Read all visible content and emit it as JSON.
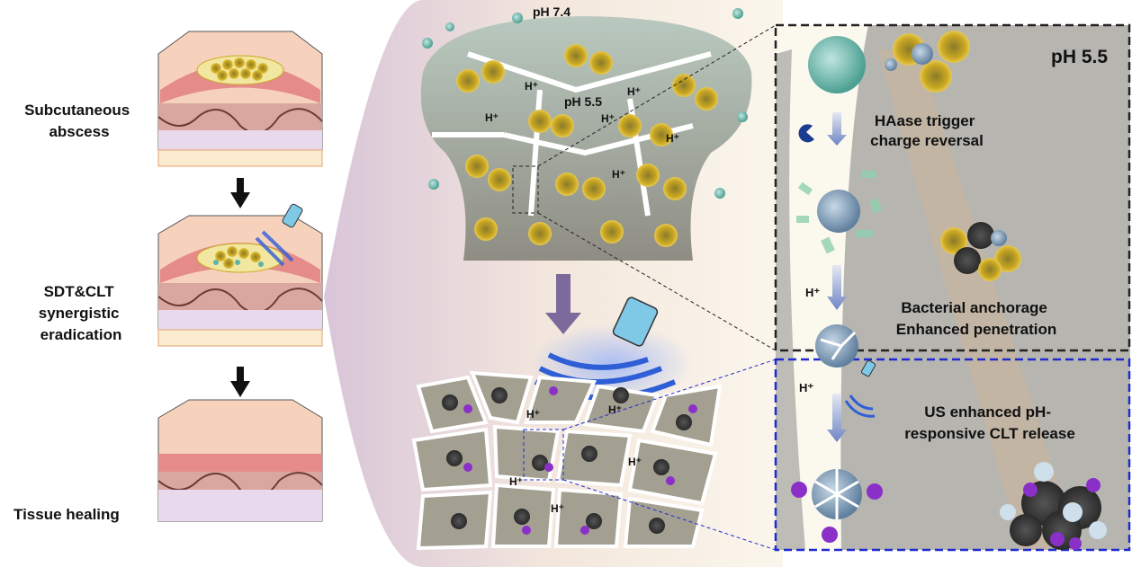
{
  "left_panel": {
    "stage1": [
      "Subcutaneous",
      "abscess"
    ],
    "stage2": [
      "SDT&CLT",
      "synergistic",
      "eradication"
    ],
    "stage3": [
      "Tissue healing"
    ]
  },
  "center_panel": {
    "ph_outer": "pH 7.4",
    "ph_inner": "pH 5.5",
    "proton": "H⁺"
  },
  "right_panel": {
    "box_ph": "pH 5.5",
    "step1": [
      "HAase trigger",
      "charge  reversal"
    ],
    "step2_proton": "H⁺",
    "step2": [
      "Bacterial anchorage",
      "Enhanced penetration"
    ],
    "step3_proton": "H⁺",
    "step3": [
      "US enhanced pH-",
      "responsive CLT release"
    ]
  },
  "colors": {
    "skin": "#f6d2bd",
    "bacteria": "#c8a321",
    "tissue": "#9ea08f",
    "box_black": "#222222",
    "box_blue": "#1f2bd0",
    "ultrasound": "#2f5fd6"
  }
}
